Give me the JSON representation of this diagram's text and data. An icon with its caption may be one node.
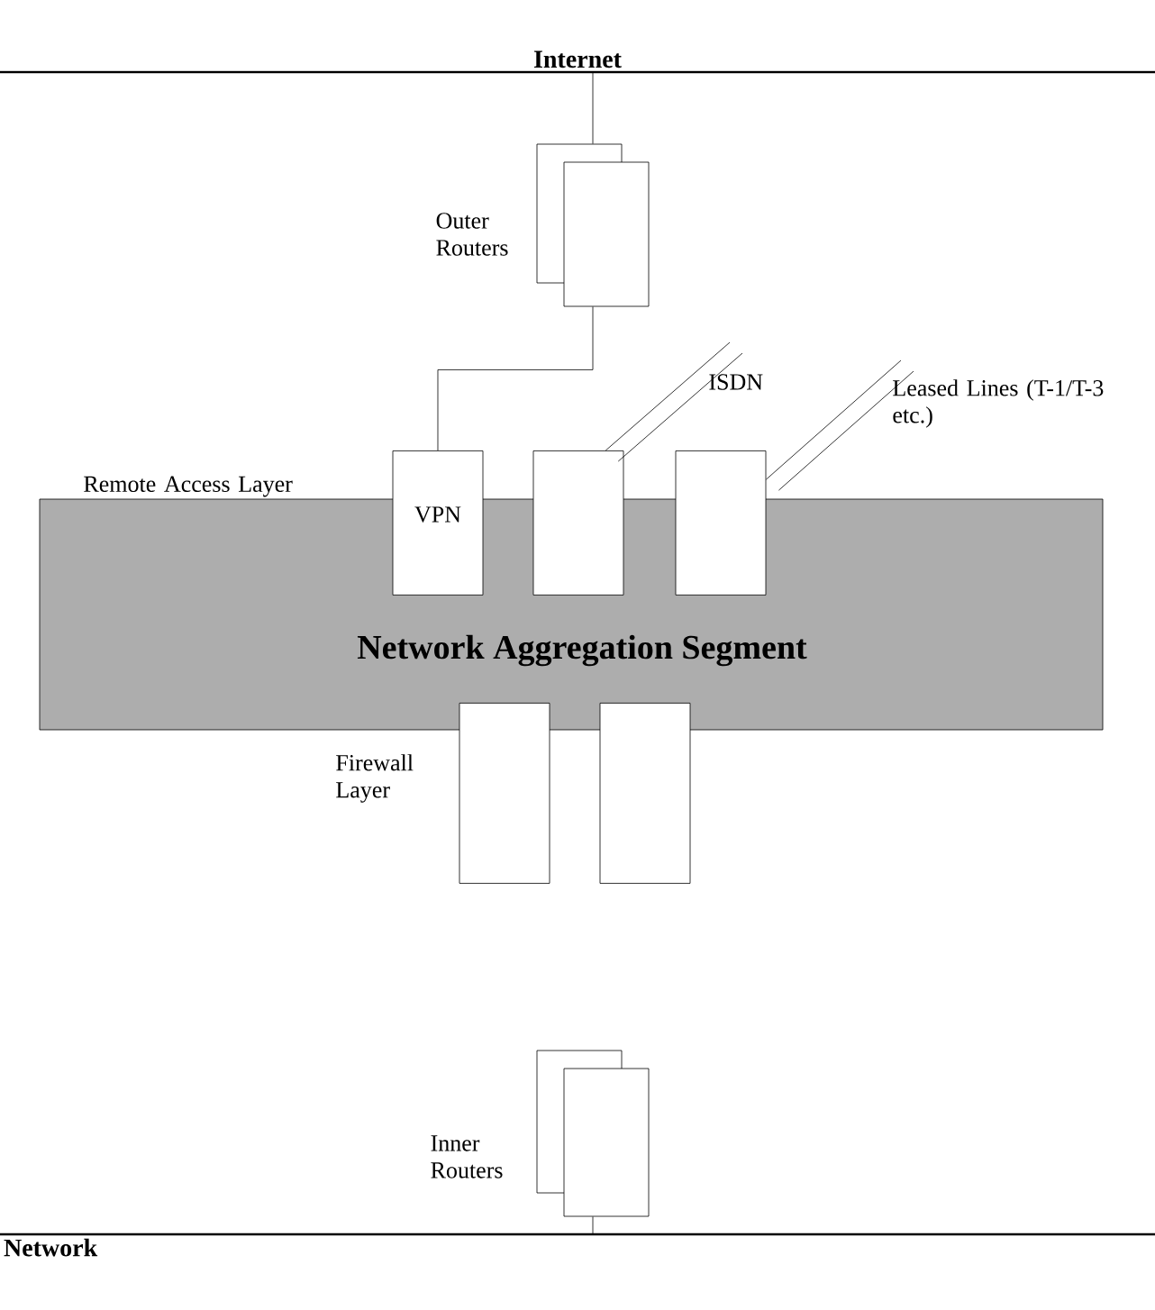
{
  "diagram": {
    "nodes": [
      {
        "text": [
          "Internet"
        ]
      },
      {
        "text": [],
        "shape": "box",
        "beside": [
          "Outer Routers"
        ]
      },
      {
        "text": [
          "Network Aggregation Segment"
        ]
      },
      {
        "text": [
          "VPN"
        ]
      },
      {
        "text": [],
        "shape": "box"
      },
      {
        "text": [],
        "shape": "box"
      },
      {
        "text": [],
        "shape": "box"
      },
      {
        "text": [],
        "shape": "box"
      },
      {
        "text": [],
        "shape": "box",
        "beside": [
          "Inner Routers"
        ]
      },
      {
        "text": [
          "Network"
        ]
      }
    ],
    "edges": [
      {
        "from": 0,
        "to": 1,
        "arrow": "none"
      },
      {
        "from": 1,
        "to": 3,
        "arrow": "none"
      },
      {
        "from": null,
        "to": 4,
        "arrow": "none",
        "label": "ISDN"
      },
      {
        "from": null,
        "to": 5,
        "arrow": "none",
        "label": "Leased Lines (T-1/T-3 etc.)"
      },
      {
        "from": 8,
        "to": 9,
        "arrow": "none"
      }
    ],
    "labels": [
      "Remote Access Layer",
      "Firewall Layer"
    ]
  }
}
